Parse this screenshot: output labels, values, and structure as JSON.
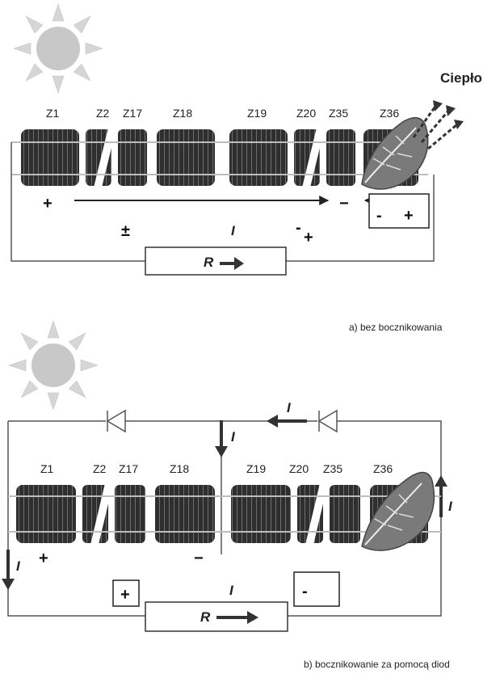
{
  "top": {
    "heat_label": "Ciepło",
    "cells": [
      "Z1",
      "Z2",
      "Z17",
      "Z18",
      "Z19",
      "Z20",
      "Z35",
      "Z36"
    ],
    "plus_left": "+",
    "minus_right": "−",
    "pm_mid": "±",
    "minus_mid": "-",
    "plus_mid": "+",
    "box_minus": "-",
    "box_plus": "+",
    "current": "I",
    "resistor": "R",
    "caption": "a) bez bocznikowania"
  },
  "bottom": {
    "cells": [
      "Z1",
      "Z2",
      "Z17",
      "Z18",
      "Z19",
      "Z20",
      "Z35",
      "Z36"
    ],
    "current_top": "I",
    "current_mid": "I",
    "current_right": "I",
    "current_left": "I",
    "current_center": "I",
    "plus_left": "+",
    "minus_mid": "−",
    "box_plus": "+",
    "box_minus": "-",
    "resistor": "R",
    "caption": "b) bocznikowanie za pomocą diod"
  },
  "colors": {
    "sun": "#c8c8c8",
    "ray": "#d9d9d9",
    "cell": "#333333",
    "leaf": "#7a7a7a",
    "wire": "#555555"
  }
}
